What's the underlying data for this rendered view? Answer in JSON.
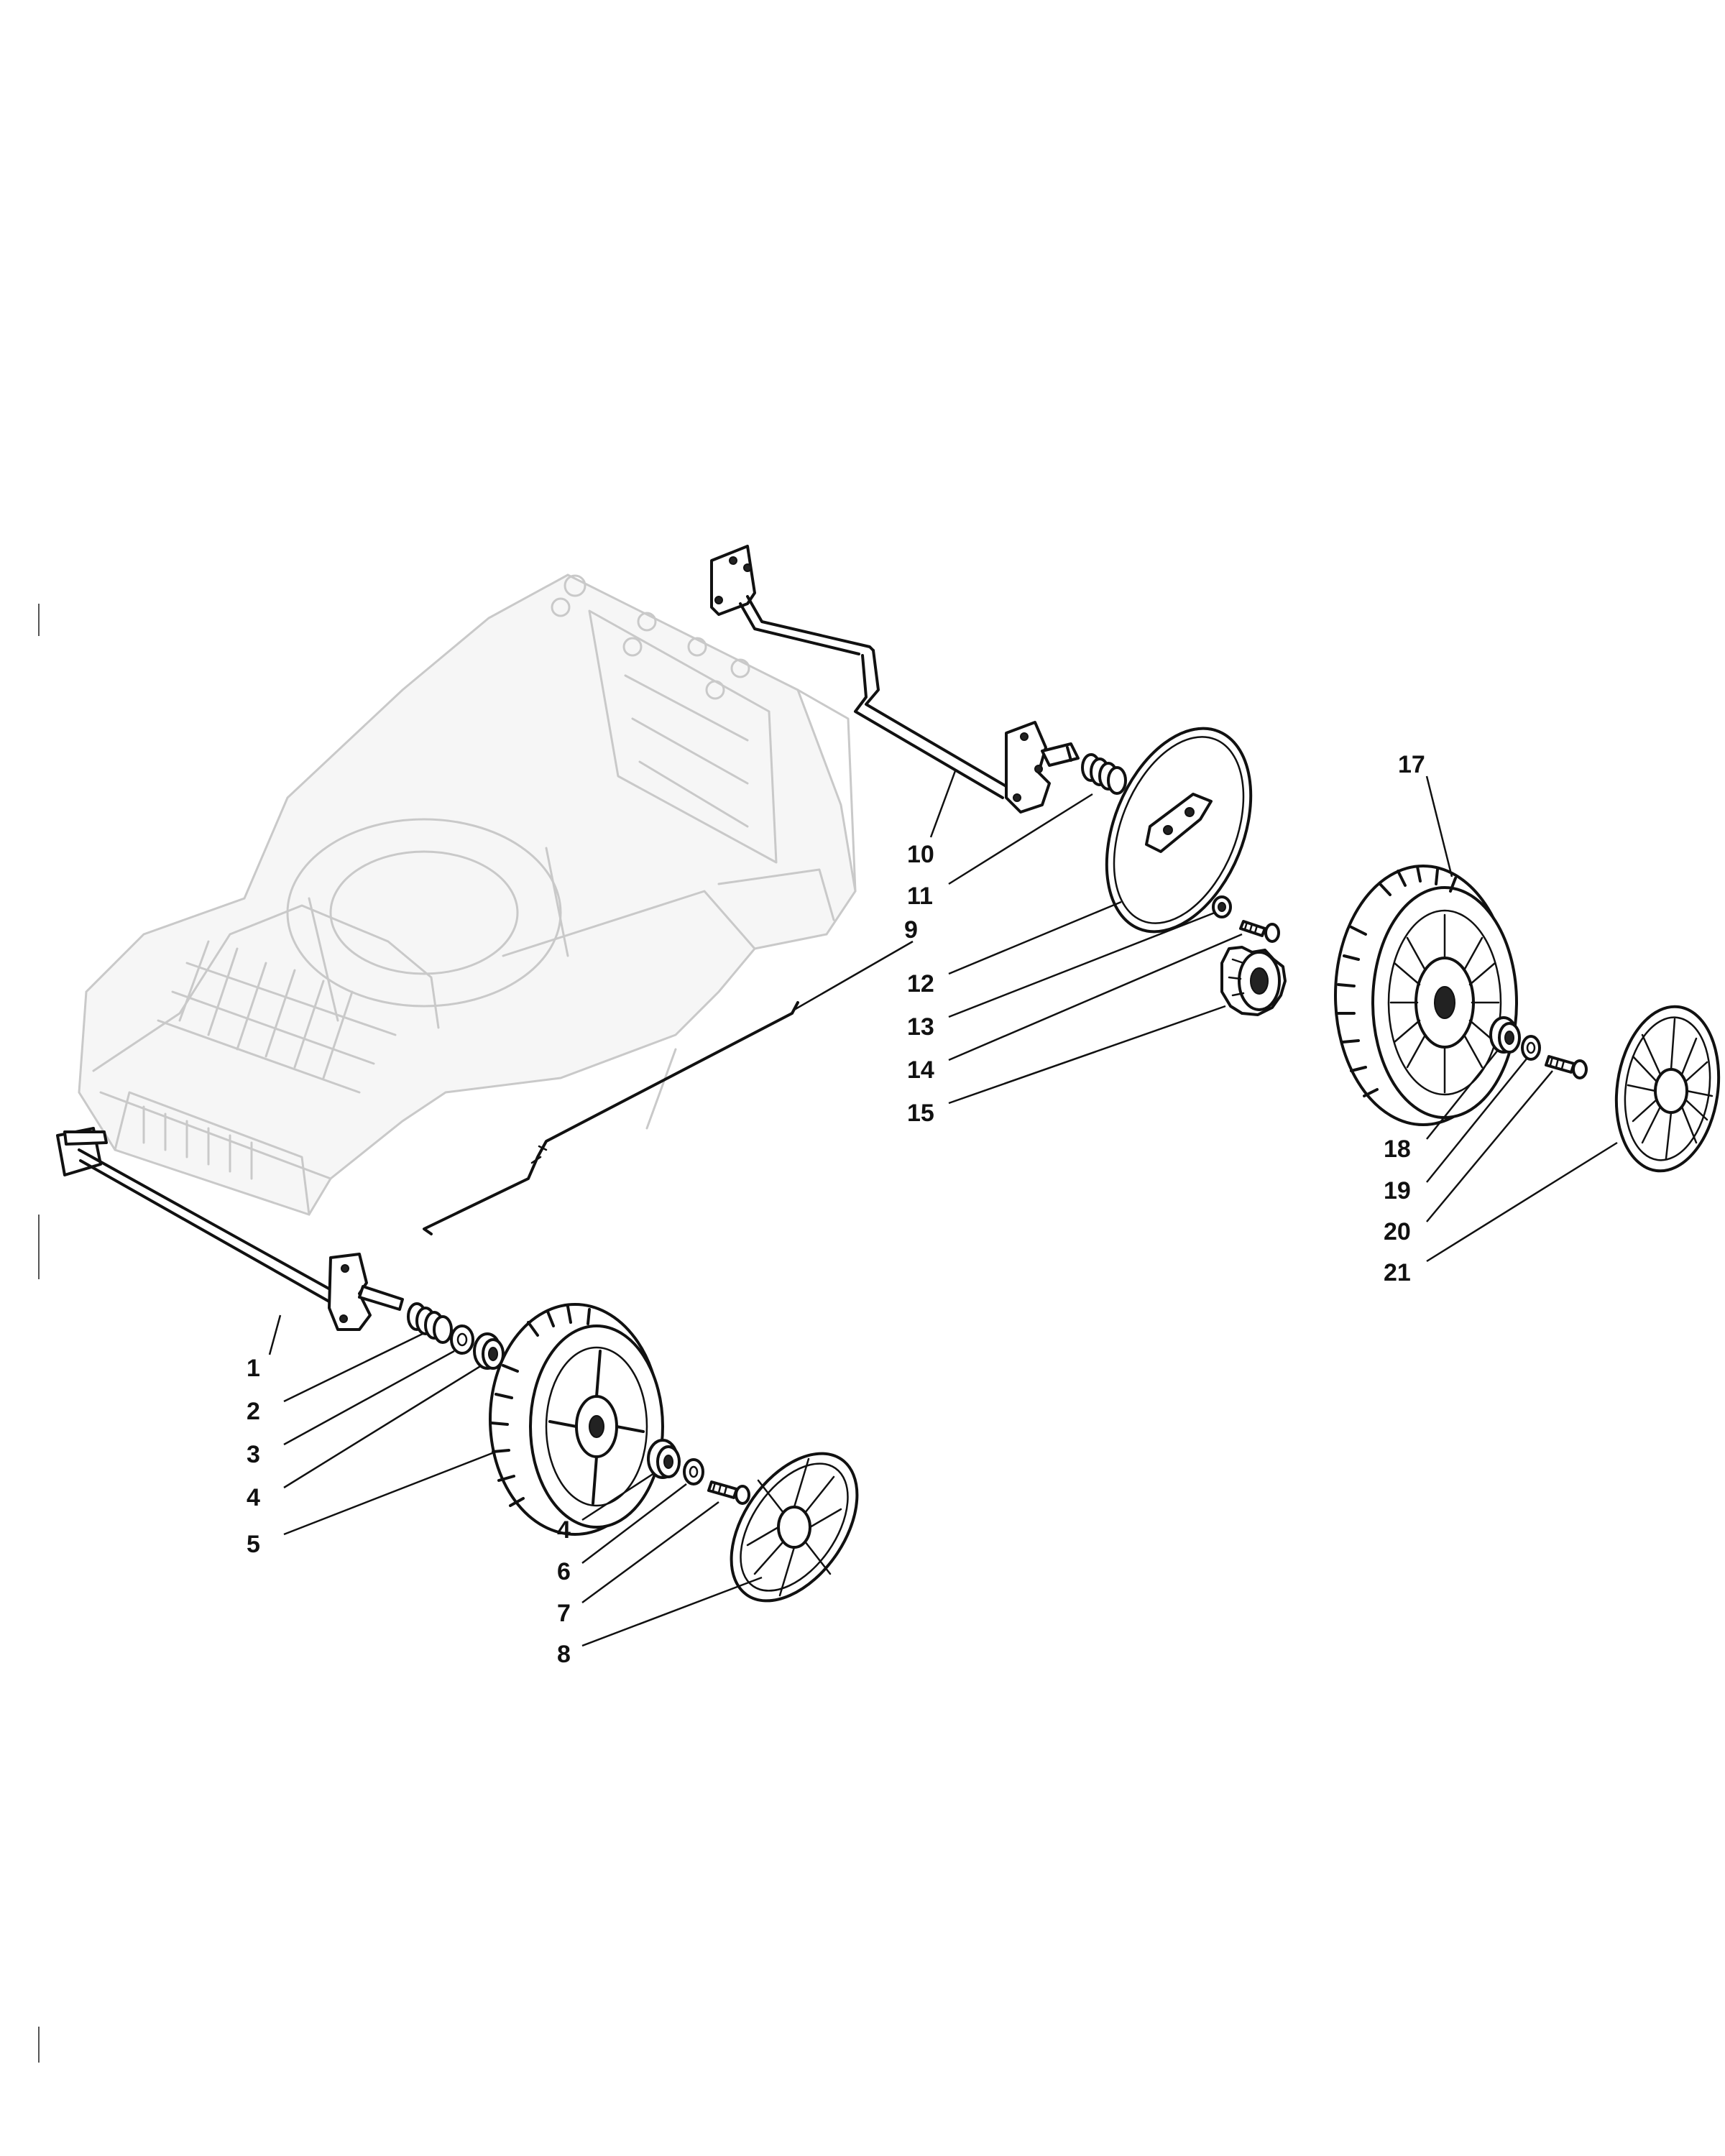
{
  "callouts": [
    {
      "label": "1"
    },
    {
      "label": "2"
    },
    {
      "label": "3"
    },
    {
      "label": "4"
    },
    {
      "label": "5"
    },
    {
      "label": "4"
    },
    {
      "label": "6"
    },
    {
      "label": "7"
    },
    {
      "label": "8"
    },
    {
      "label": "9"
    },
    {
      "label": "10"
    },
    {
      "label": "11"
    },
    {
      "label": "12"
    },
    {
      "label": "13"
    },
    {
      "label": "14"
    },
    {
      "label": "15"
    },
    {
      "label": "17"
    },
    {
      "label": "18"
    },
    {
      "label": "19"
    },
    {
      "label": "20"
    },
    {
      "label": "21"
    }
  ],
  "colors": {
    "ink": "#111111",
    "deck_ghost": "#c9c9c9",
    "background": "#ffffff"
  }
}
